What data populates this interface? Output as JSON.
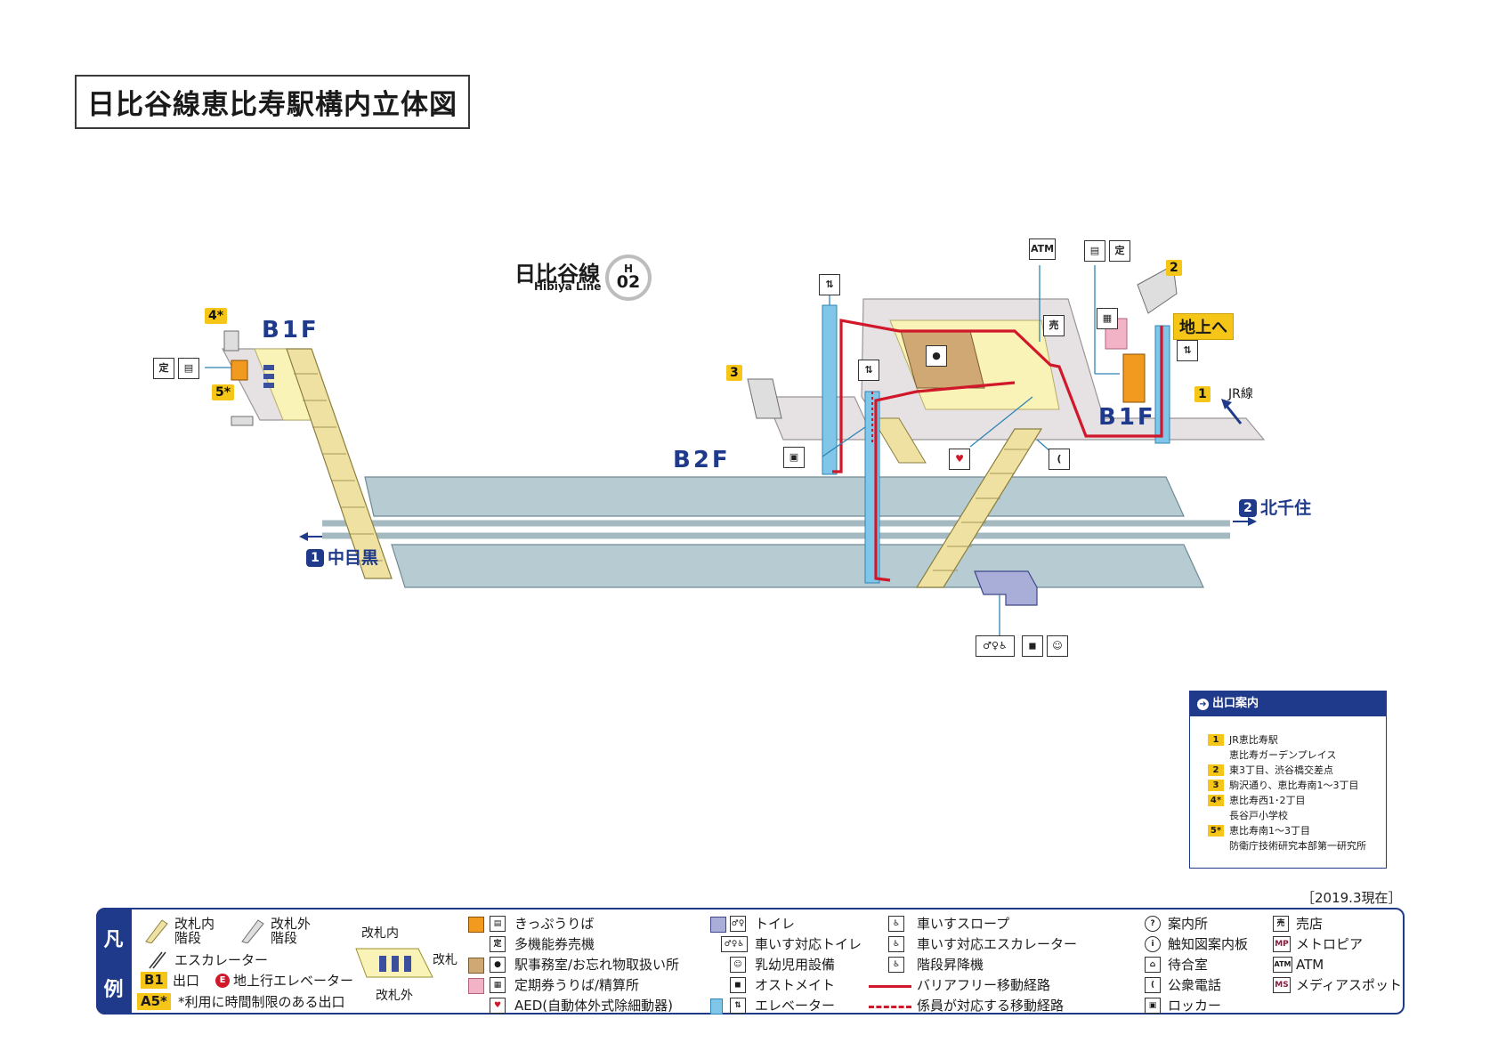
{
  "title": "日比谷線恵比寿駅構内立体図",
  "line": {
    "name_ja": "日比谷線",
    "name_en": "Hibiya Line",
    "code_letter": "H",
    "code_number": "02"
  },
  "levels": {
    "b1f_west": "B1F",
    "b1f_east": "B1F",
    "b2f": "B2F"
  },
  "directions": {
    "west": {
      "num": "1",
      "label": "中目黒"
    },
    "east": {
      "num": "2",
      "label": "北千住"
    }
  },
  "callouts": {
    "to_ground": "地上へ",
    "jr_line": "JR線",
    "atm": "ATM"
  },
  "exit_badges": [
    "1",
    "2",
    "3",
    "4*",
    "5*"
  ],
  "exit_guide": {
    "heading": "出口案内",
    "rows": [
      {
        "num": "1",
        "text": "JR恵比寿駅\n恵比寿ガーデンプレイス"
      },
      {
        "num": "2",
        "text": "東3丁目、渋谷橋交差点"
      },
      {
        "num": "3",
        "text": "駒沢通り、恵比寿南1～3丁目"
      },
      {
        "num": "4*",
        "text": "恵比寿西1･2丁目\n長谷戸小学校"
      },
      {
        "num": "5*",
        "text": "恵比寿南1～3丁目\n防衛庁技術研究本部第一研究所"
      }
    ]
  },
  "as_of": "［2019.3現在］",
  "legend": {
    "tab": [
      "凡",
      "例"
    ],
    "stairs_inside": "改札内\n階段",
    "stairs_outside": "改札外\n階段",
    "escalator": "エスカレーター",
    "exit_sample": "B1",
    "exit": "出口",
    "up_elevator_mark": "E",
    "up_elevator": "地上行エレベーター",
    "limited_exit_sample": "A5*",
    "limited_exit": "*利用に時間制限のある出口",
    "gate_inside": "改札内",
    "gate": "改札",
    "gate_outside": "改札外",
    "col2": [
      "きっぷうりば",
      "多機能券売機",
      "駅事務室/お忘れ物取扱い所",
      "定期券うりば/精算所",
      "AED(自動体外式除細動器)"
    ],
    "col3": [
      "トイレ",
      "車いす対応トイレ",
      "乳幼児用設備",
      "オストメイト",
      "エレベーター"
    ],
    "col4": [
      "車いすスロープ",
      "車いす対応エスカレーター",
      "階段昇降機",
      "バリアフリー移動経路",
      "係員が対応する移動経路"
    ],
    "col5": [
      "案内所",
      "触知図案内板",
      "待合室",
      "公衆電話",
      "ロッカー"
    ],
    "col6": [
      "売店",
      "メトロピア",
      "ATM",
      "メディアスポット"
    ],
    "marks": {
      "teiki": "定",
      "info": "?",
      "tactile": "i",
      "metropia": "MP",
      "atm": "ATM",
      "media": "MS",
      "aed": "♥"
    }
  },
  "colors": {
    "accent": "#1f3a8a",
    "exit_badge": "#f5c518",
    "barrier_free_route": "#d0182a",
    "platform": "#b7cbd3",
    "concourse": "#e6e1e3",
    "paid_area": "#faf3b7",
    "elevator": "#7fc6e8",
    "ticket_office": "#cfa873",
    "ticket_sales": "#f29a1f"
  }
}
